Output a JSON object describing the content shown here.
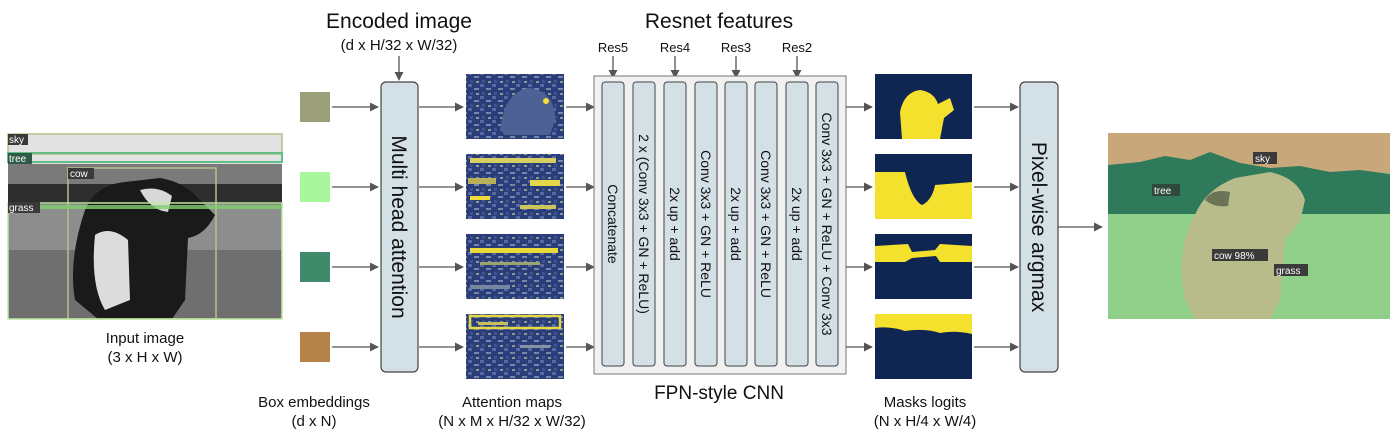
{
  "input": {
    "title": "Input image",
    "shape": "(3 x H x W)",
    "boxes": {
      "sky": "sky",
      "tree": "tree",
      "cow": "cow",
      "grass": "grass"
    }
  },
  "box_embeddings": {
    "title": "Box embeddings",
    "shape": "(d x N)",
    "colors": [
      "#9ba07a",
      "#a8f79c",
      "#3f8a6a",
      "#b5834a"
    ]
  },
  "encoded": {
    "title": "Encoded image",
    "shape": "(d x H/32 x W/32)"
  },
  "mha": {
    "label": "Multi head attention"
  },
  "attention": {
    "title": "Attention maps",
    "shape": "(N x M x H/32 x W/32)"
  },
  "resnet": {
    "title": "Resnet features",
    "levels": [
      "Res5",
      "Res4",
      "Res3",
      "Res2"
    ]
  },
  "fpn": {
    "title": "FPN-style CNN",
    "layers": [
      "Concatenate",
      "2 x (Conv 3x3 + GN + ReLU)",
      "2x up + add",
      "Conv 3x3 + GN + ReLU",
      "2x up + add",
      "Conv 3x3 + GN + ReLU",
      "2x up + add",
      "Conv 3x3 + GN + ReLU + Conv 3x3"
    ]
  },
  "masks": {
    "title": "Masks logits",
    "shape": "(N x H/4 x W/4)"
  },
  "argmax": {
    "label": "Pixel-wise argmax"
  },
  "output": {
    "sky": "sky",
    "tree": "tree",
    "cow": "cow 98%",
    "grass": "grass"
  }
}
